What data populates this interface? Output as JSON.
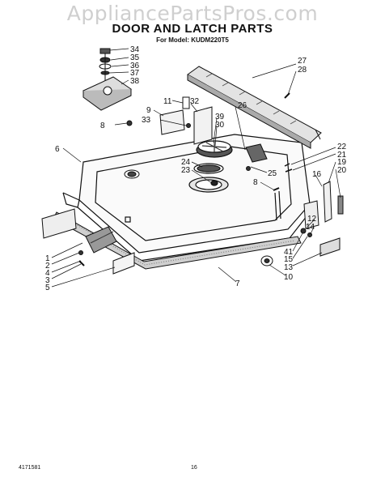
{
  "watermark": "AppliancePartsPros.com",
  "title": "DOOR AND LATCH PARTS",
  "subtitle": "For Model: KUDM220T5",
  "footer": {
    "doc_number": "4171581",
    "page_number": "16"
  },
  "callouts": {
    "c34": "34",
    "c35": "35",
    "c36": "36",
    "c37": "37",
    "c38": "38",
    "c27": "27",
    "c28": "28",
    "c11": "11",
    "c32": "32",
    "c9": "9",
    "c33": "33",
    "c39": "39",
    "c30": "30",
    "c8a": "8",
    "c26": "26",
    "c6": "6",
    "c24": "24",
    "c23": "23",
    "c25": "25",
    "c8b": "8",
    "c22": "22",
    "c21": "21",
    "c19": "19",
    "c20": "20",
    "c16": "16",
    "c12": "12",
    "c14": "14",
    "c41": "41",
    "c15": "15",
    "c13": "13",
    "c10": "10",
    "c1": "1",
    "c2": "2",
    "c4": "4",
    "c3": "3",
    "c5": "5",
    "c7": "7"
  }
}
